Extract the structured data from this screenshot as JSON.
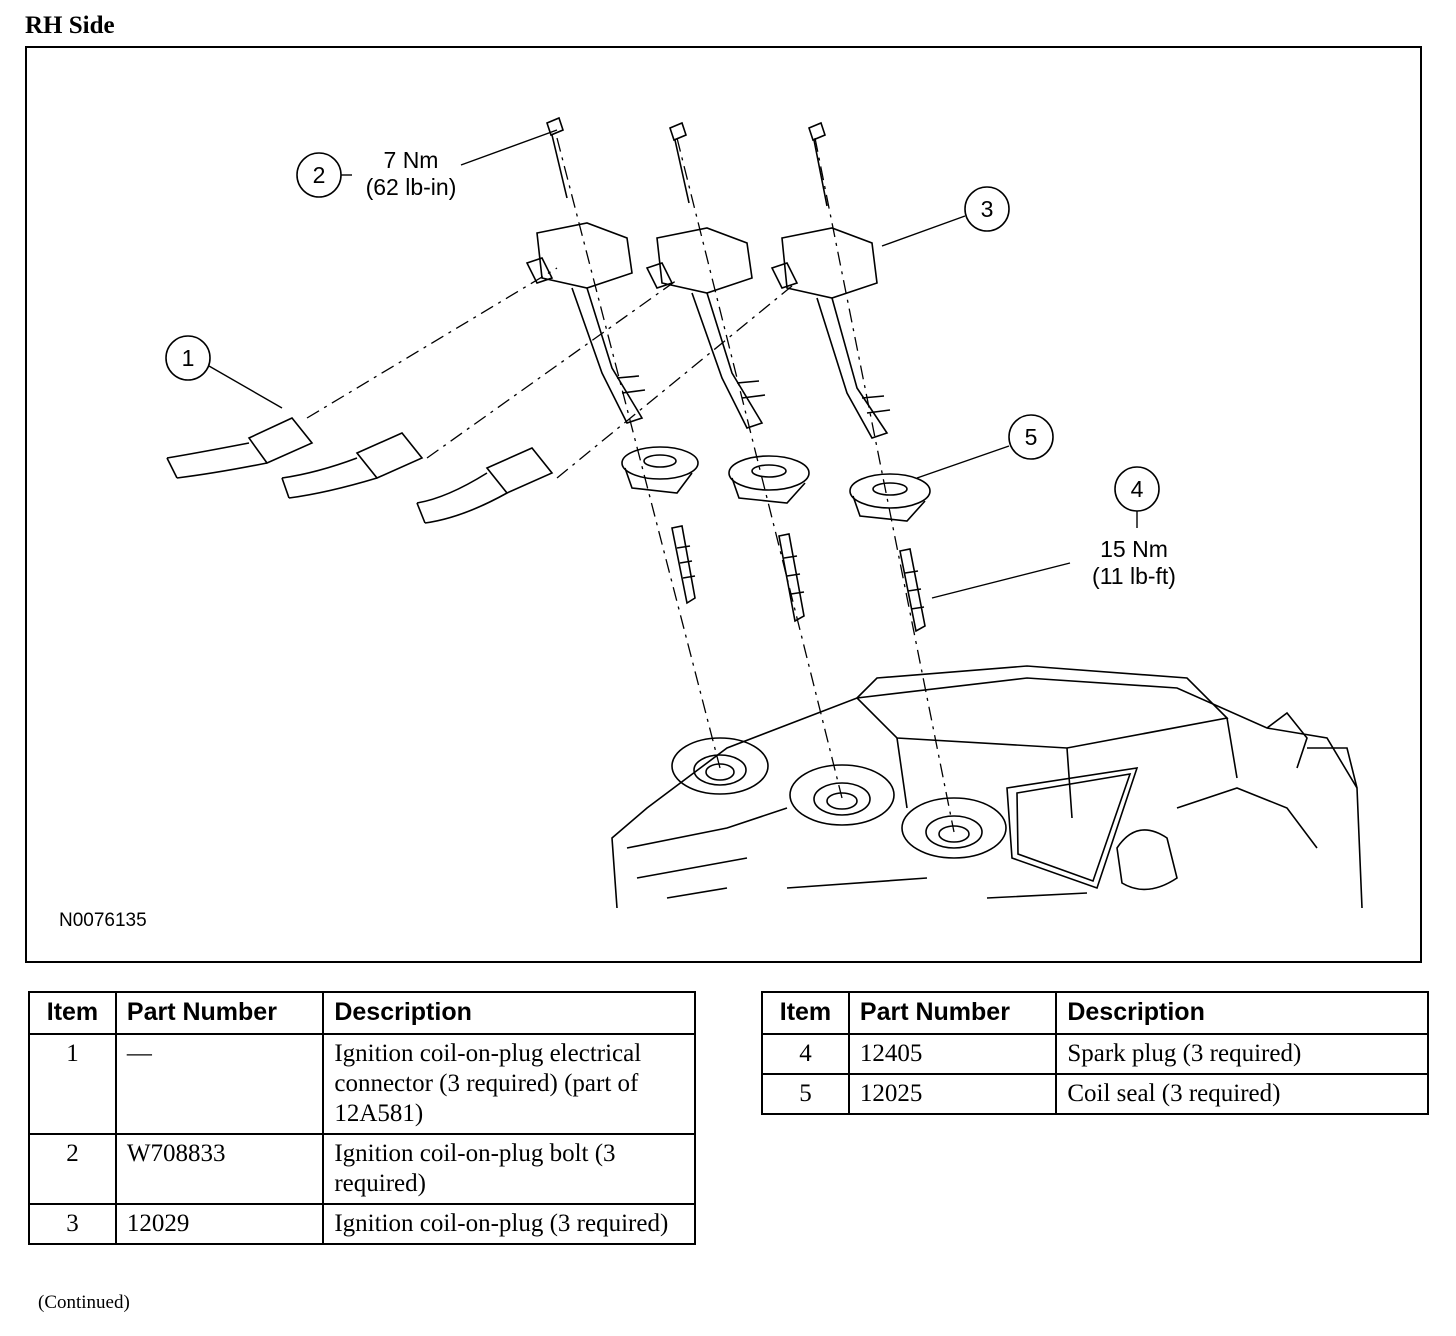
{
  "section_title": "RH Side",
  "figure": {
    "id": "N0076135",
    "callouts": [
      {
        "number": "1"
      },
      {
        "number": "2",
        "torque": "7 Nm",
        "torque_alt": "(62 lb-in)"
      },
      {
        "number": "3"
      },
      {
        "number": "4",
        "torque": "15 Nm",
        "torque_alt": "(11 lb-ft)"
      },
      {
        "number": "5"
      }
    ]
  },
  "table_headers": {
    "item": "Item",
    "part_number": "Part Number",
    "description": "Description"
  },
  "parts_left": [
    {
      "item": "1",
      "part_number": "—",
      "description": "Ignition coil-on-plug electrical connector (3 required) (part of 12A581)"
    },
    {
      "item": "2",
      "part_number": "W708833",
      "description": "Ignition coil-on-plug bolt (3 required)"
    },
    {
      "item": "3",
      "part_number": "12029",
      "description": "Ignition coil-on-plug (3 required)"
    }
  ],
  "parts_right": [
    {
      "item": "4",
      "part_number": "12405",
      "description": "Spark plug (3 required)"
    },
    {
      "item": "5",
      "part_number": "12025",
      "description": "Coil seal (3 required)"
    }
  ],
  "continued_note": "(Continued)"
}
